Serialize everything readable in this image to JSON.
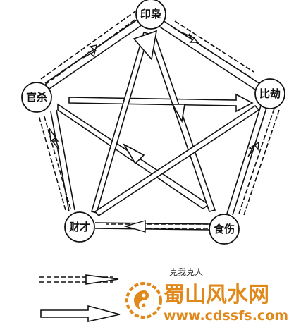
{
  "nodes": [
    {
      "id": "yin",
      "label": "印枭"
    },
    {
      "id": "bi",
      "label": "比劫"
    },
    {
      "id": "shi",
      "label": "食伤"
    },
    {
      "id": "cai",
      "label": "财才"
    },
    {
      "id": "guan",
      "label": "官杀"
    }
  ],
  "legend": {
    "ke_text": "克我克人",
    "sheng_text": ""
  },
  "watermark": {
    "title": "蜀山风水网",
    "url": "www.cdssfs.com"
  },
  "colors": {
    "ink": "#111111",
    "watermark": "#e0881a"
  }
}
